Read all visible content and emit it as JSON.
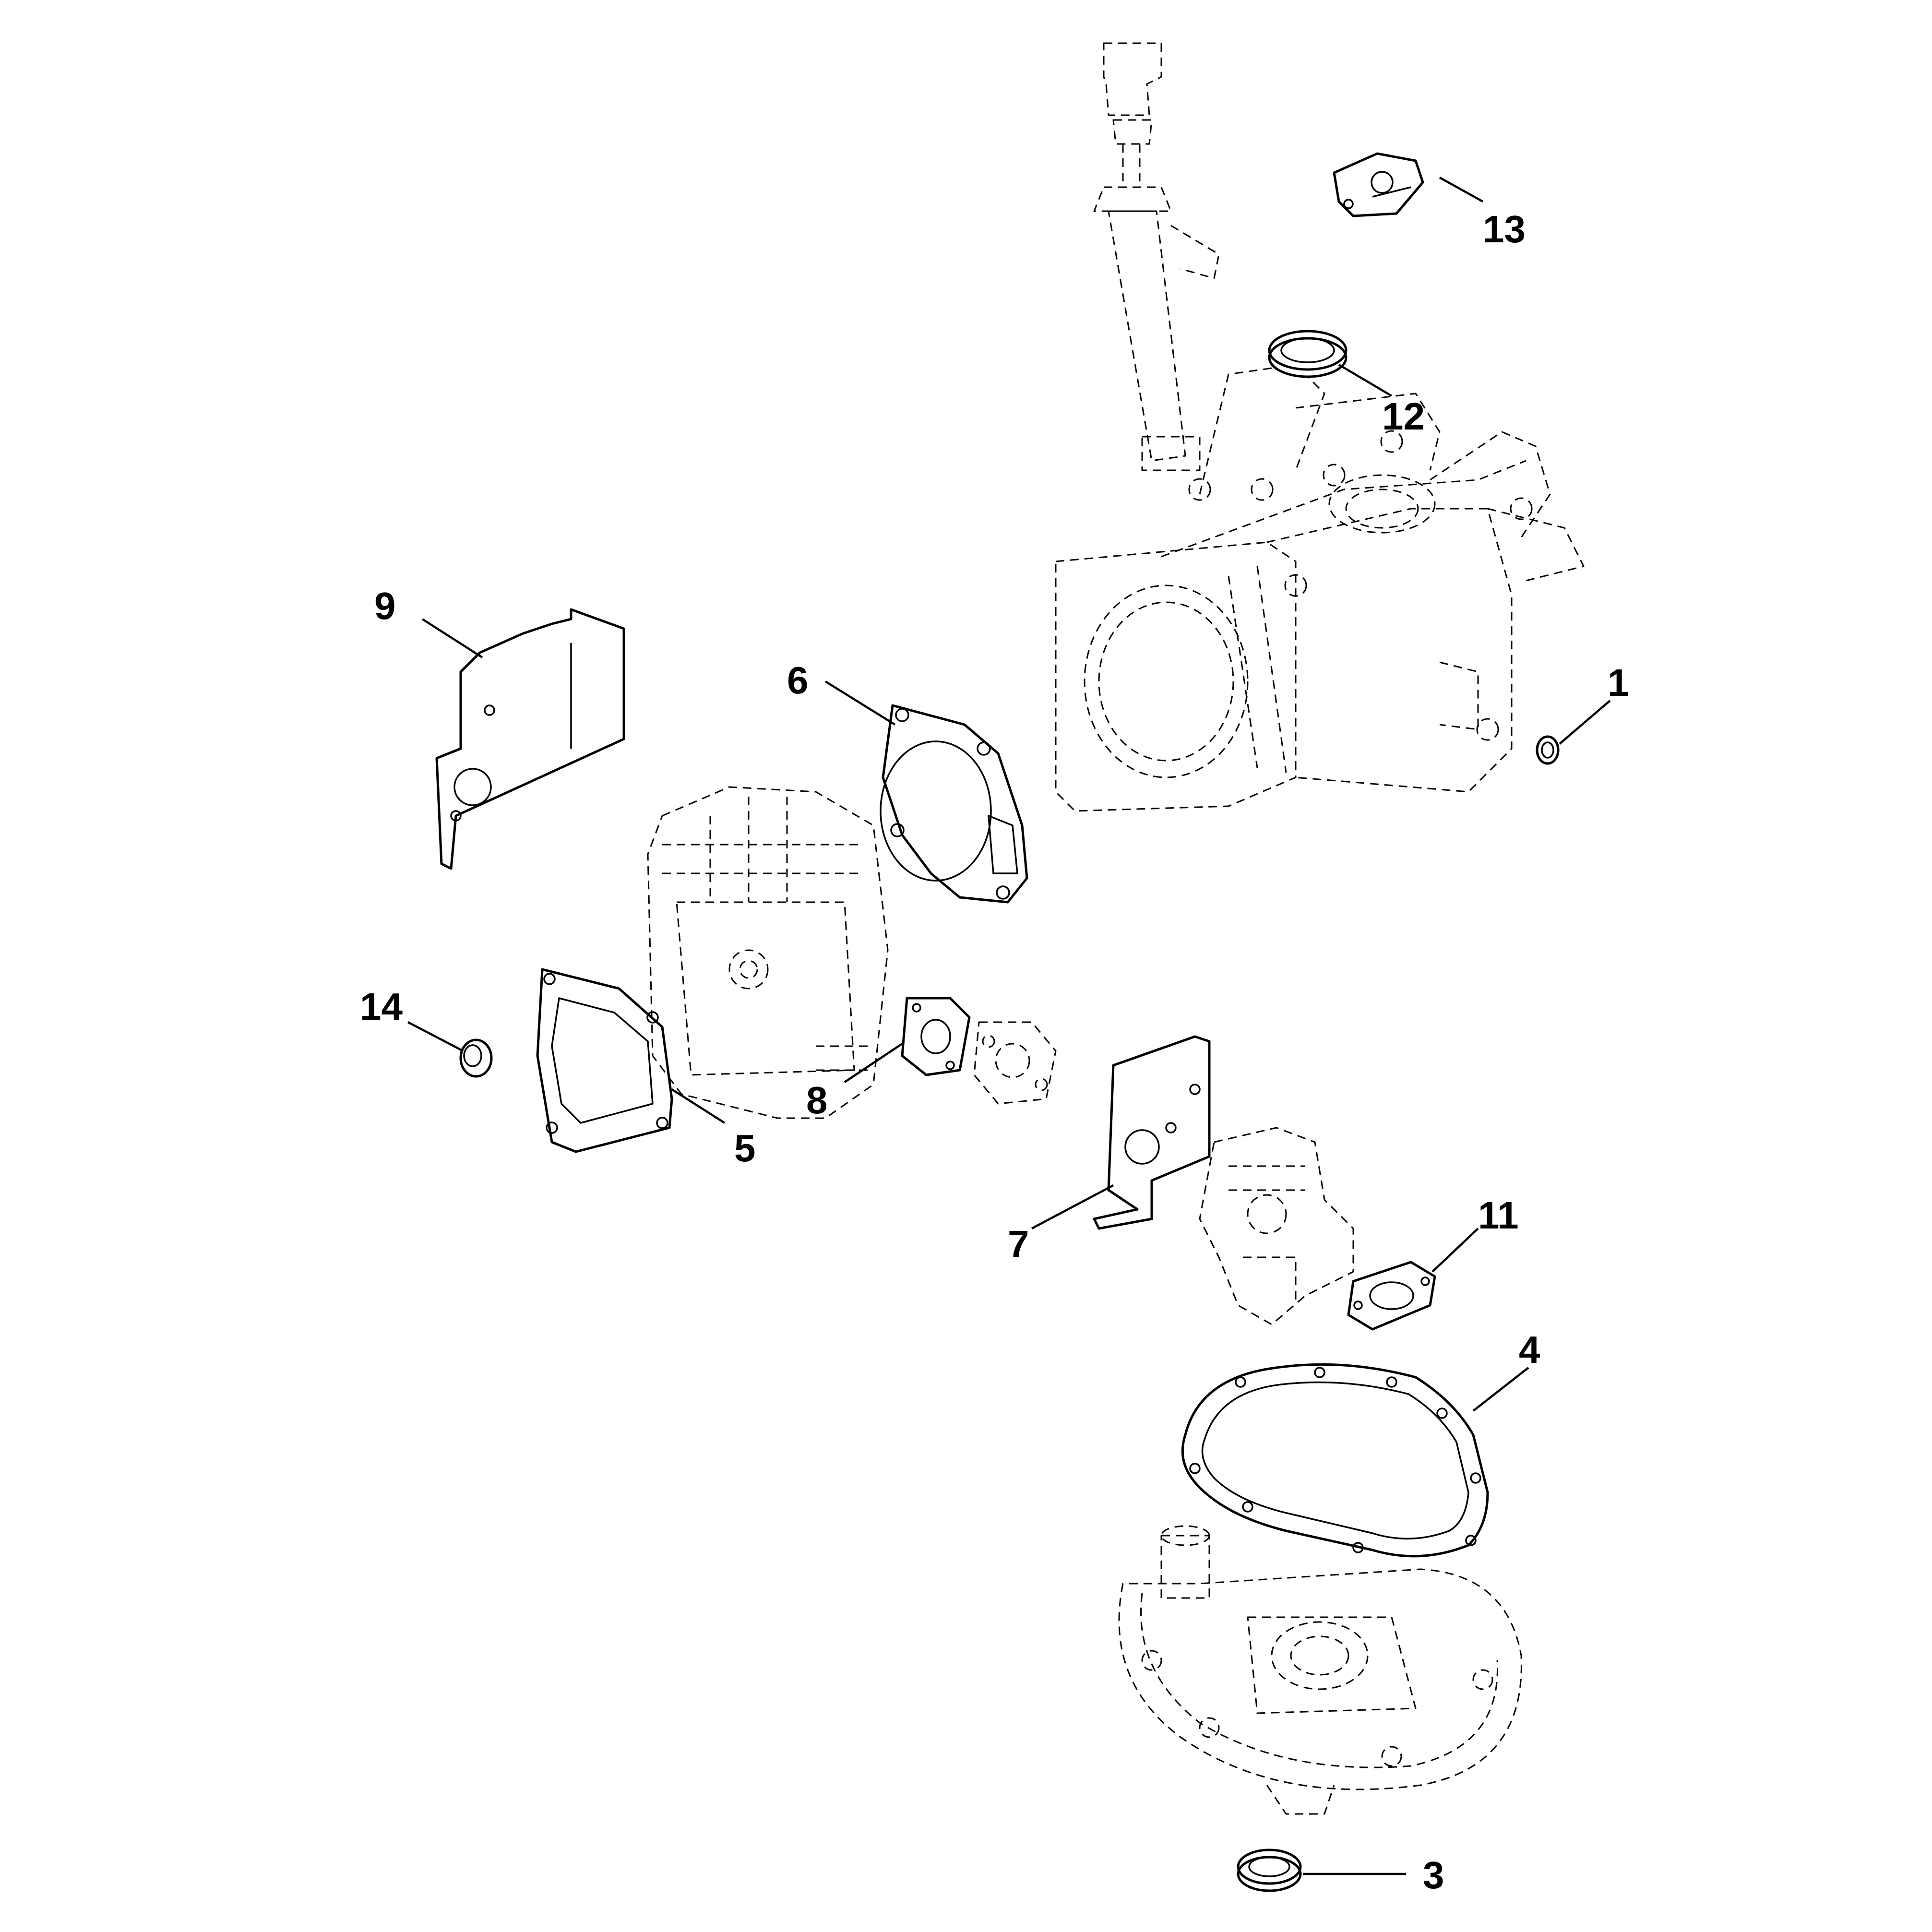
{
  "callouts": [
    {
      "id": "1",
      "label": "1"
    },
    {
      "id": "3",
      "label": "3"
    },
    {
      "id": "4",
      "label": "4"
    },
    {
      "id": "5",
      "label": "5"
    },
    {
      "id": "6",
      "label": "6"
    },
    {
      "id": "7",
      "label": "7"
    },
    {
      "id": "8",
      "label": "8"
    },
    {
      "id": "9",
      "label": "9"
    },
    {
      "id": "11",
      "label": "11"
    },
    {
      "id": "12",
      "label": "12"
    },
    {
      "id": "13",
      "label": "13"
    },
    {
      "id": "14",
      "label": "14"
    }
  ]
}
